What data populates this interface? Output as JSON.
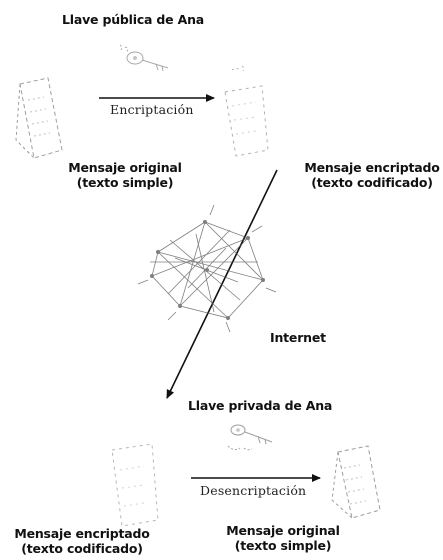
{
  "diagram": {
    "top_key_label": "Llave pública de Ana",
    "encrypt_label": "Encriptación",
    "original_top": {
      "line1": "Mensaje original",
      "line2": "(texto simple)"
    },
    "encrypted_top": {
      "line1": "Mensaje encriptado",
      "line2": "(texto codificado)"
    },
    "internet_label": "Internet",
    "private_key_label": "Llave privada de Ana",
    "decrypt_label": "Desencriptación",
    "encrypted_bottom": {
      "line1": "Mensaje encriptado",
      "line2": "(texto codificado)"
    },
    "original_bottom": {
      "line1": "Mensaje original",
      "line2": "(texto simple)"
    }
  }
}
